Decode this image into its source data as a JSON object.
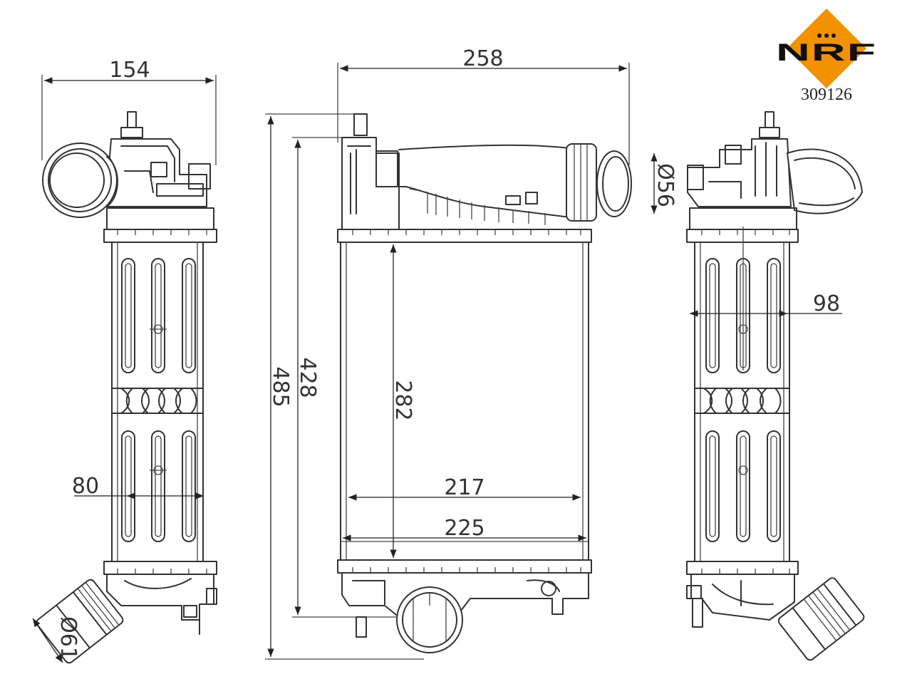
{
  "brand": {
    "logo_text": "NRF",
    "part_number": "309126",
    "accent_color": "#F39200"
  },
  "dimensions": {
    "side_width": "154",
    "front_width": "258",
    "total_height": "485",
    "inner_height": "428",
    "core_height": "282",
    "core_width_inner": "217",
    "core_width_outer": "225",
    "side_core_width": "80",
    "right_core_width": "98",
    "outlet_diameter": "Ø56",
    "inlet_diameter": "Ø61"
  }
}
